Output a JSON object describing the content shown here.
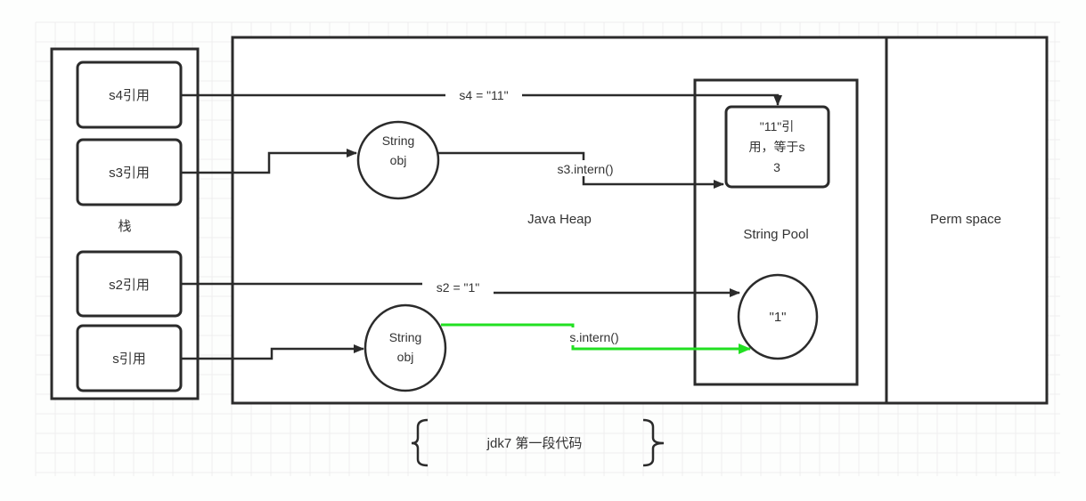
{
  "diagram": {
    "caption": "jdk7 第一段代码",
    "colors": {
      "stroke": "#2b2b2b",
      "highlight": "#22e022",
      "text": "#333333",
      "grid": "#ececec",
      "background": "#fdfefd"
    },
    "stack": {
      "label": "栈",
      "refs": [
        {
          "id": "s4",
          "label": "s4引用"
        },
        {
          "id": "s3",
          "label": "s3引用"
        },
        {
          "id": "s2",
          "label": "s2引用"
        },
        {
          "id": "s",
          "label": "s引用"
        }
      ]
    },
    "heap": {
      "label": "Java Heap",
      "objects": [
        {
          "id": "obj1",
          "line1": "String",
          "line2": "obj"
        },
        {
          "id": "obj2",
          "line1": "String",
          "line2": "obj"
        }
      ]
    },
    "string_pool": {
      "label": "String Pool",
      "entries": [
        {
          "id": "ref11",
          "line1": "\"11\"引",
          "line2": "用，等于s",
          "line3": "3"
        },
        {
          "id": "lit1",
          "label": "\"1\""
        }
      ]
    },
    "perm_space": {
      "label": "Perm space"
    },
    "edges": [
      {
        "id": "s4-to-ref11",
        "from": "s4",
        "to": "ref11",
        "label": "s4 = \"11\"",
        "highlight": false
      },
      {
        "id": "s3-to-obj1",
        "from": "s3",
        "to": "obj1",
        "label": "",
        "highlight": false
      },
      {
        "id": "obj1-to-ref11",
        "from": "obj1",
        "to": "ref11",
        "label": "s3.intern()",
        "highlight": false
      },
      {
        "id": "s2-to-lit1",
        "from": "s2",
        "to": "lit1",
        "label": "s2 = \"1\"",
        "highlight": false
      },
      {
        "id": "s-to-obj2",
        "from": "s",
        "to": "obj2",
        "label": "",
        "highlight": false
      },
      {
        "id": "obj2-to-lit1",
        "from": "obj2",
        "to": "lit1",
        "label": "s.intern()",
        "highlight": true
      }
    ]
  }
}
